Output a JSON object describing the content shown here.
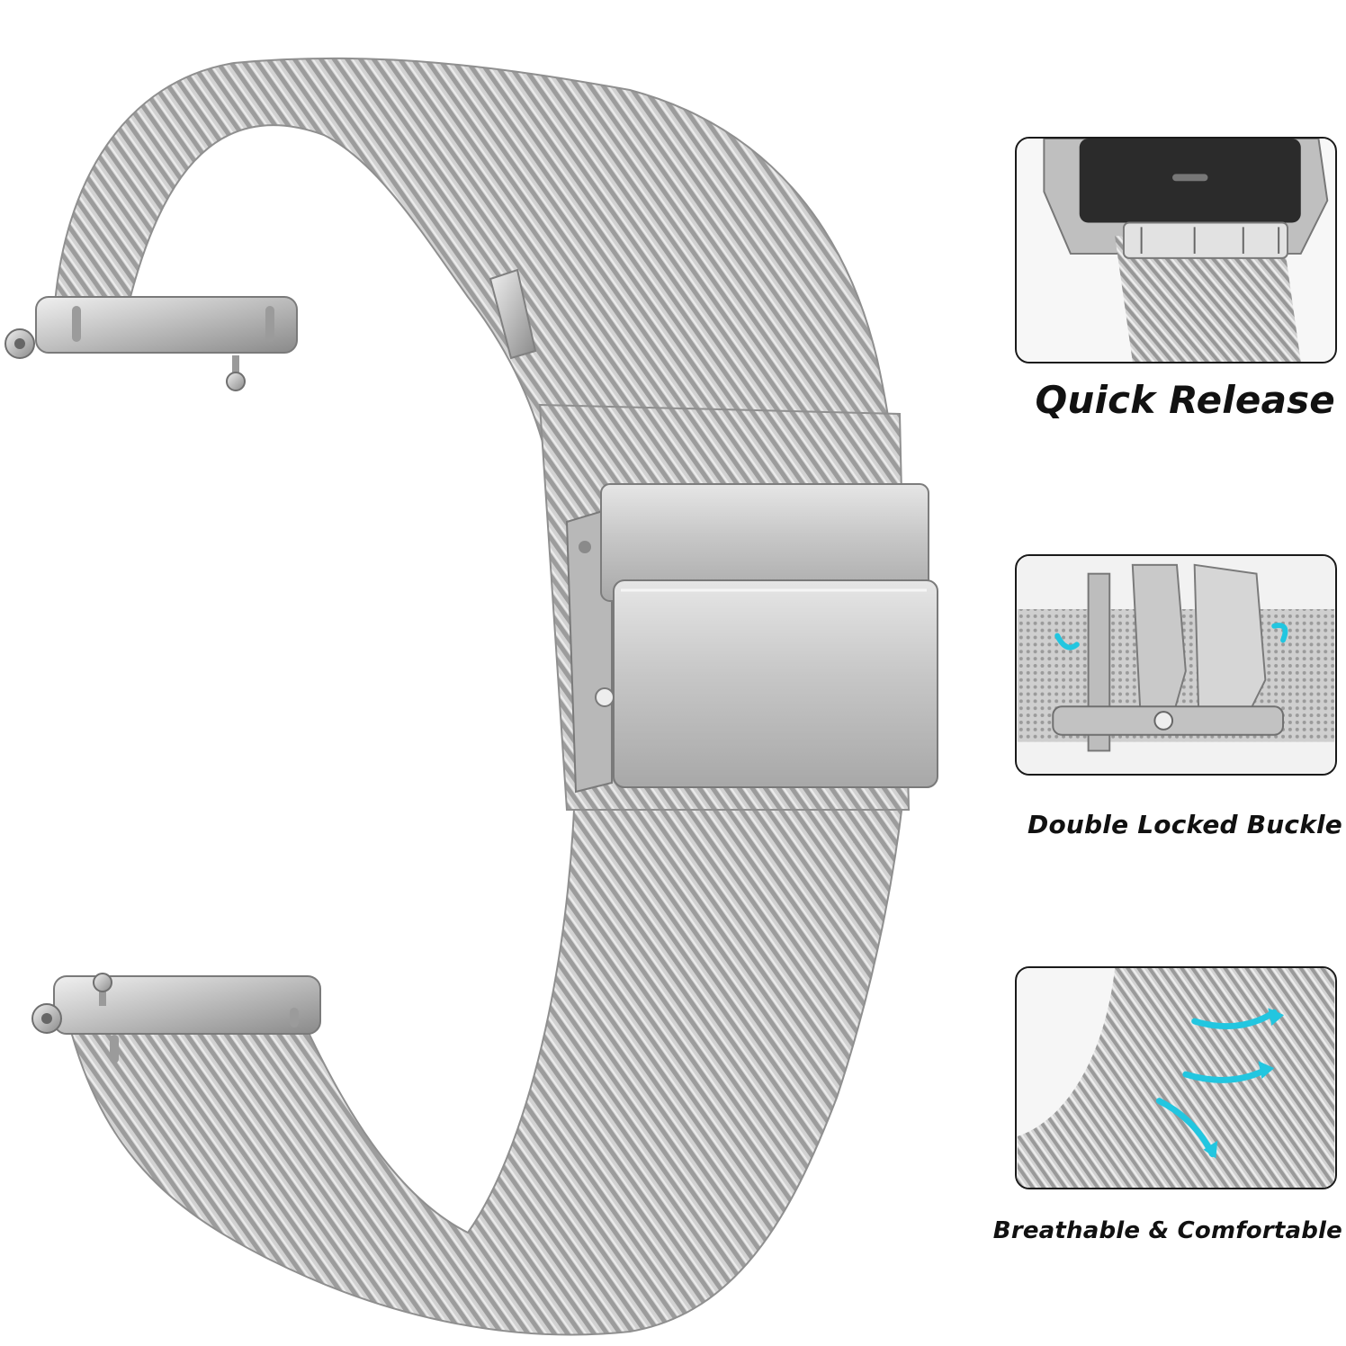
{
  "features": [
    {
      "id": "quick-release",
      "label": "Quick Release"
    },
    {
      "id": "double-locked-buckle",
      "label": "Double Locked Buckle"
    },
    {
      "id": "breathable-comfortable",
      "label": "Breathable & Comfortable"
    }
  ],
  "colors": {
    "background": "#ffffff",
    "mesh_steel": "#c9c9c9",
    "mesh_dark": "#8d8d8d",
    "accent_arrow": "#22c6e0",
    "caption_text": "#111111",
    "panel_border": "#1a1a1a"
  },
  "icons": {
    "quick-release-photo": "watch-lug-with-quick-release-pin",
    "buckle-photo": "double-lock-clasp",
    "breathable-photo": "mesh-with-airflow-arrows"
  }
}
